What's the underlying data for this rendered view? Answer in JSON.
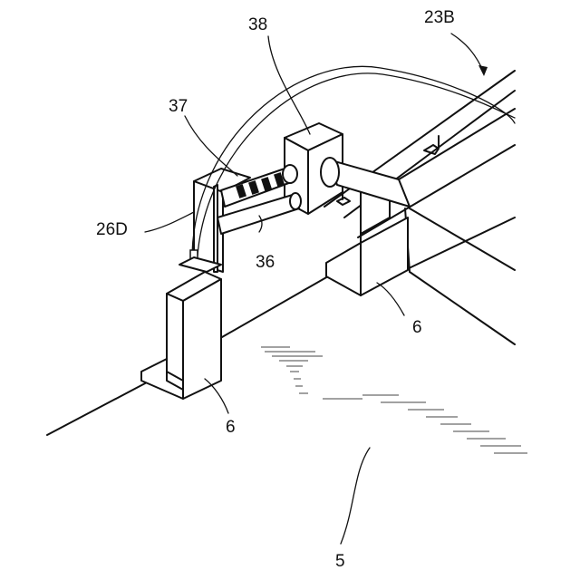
{
  "figure": {
    "labels": {
      "part_23b": "23B",
      "part_38": "38",
      "part_37": "37",
      "part_26d": "26D",
      "part_36": "36",
      "part_6_right": "6",
      "part_6_left": "6",
      "part_5": "5"
    }
  }
}
